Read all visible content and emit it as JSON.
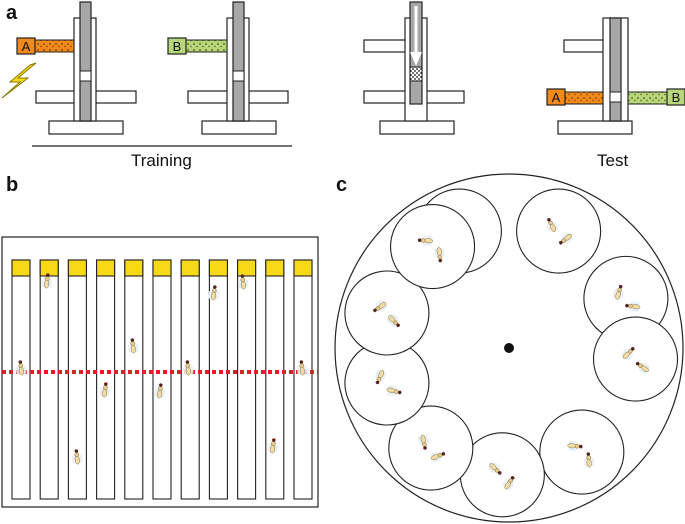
{
  "panels": {
    "a": {
      "label": "a",
      "training_caption": "Training",
      "test_caption": "Test"
    },
    "b": {
      "label": "b"
    },
    "c": {
      "label": "c"
    }
  },
  "odours": {
    "odour_a": {
      "letter": "A",
      "color": "#f08a1c"
    },
    "odour_b": {
      "letter": "B",
      "color": "#b8d67a"
    }
  },
  "colors": {
    "shock": "#f7d917",
    "tube_gray": "#a7a7a7",
    "food_yellow": "#f7d917",
    "line_red": "#e01e25"
  },
  "arena_tubes": {
    "count": 11
  }
}
